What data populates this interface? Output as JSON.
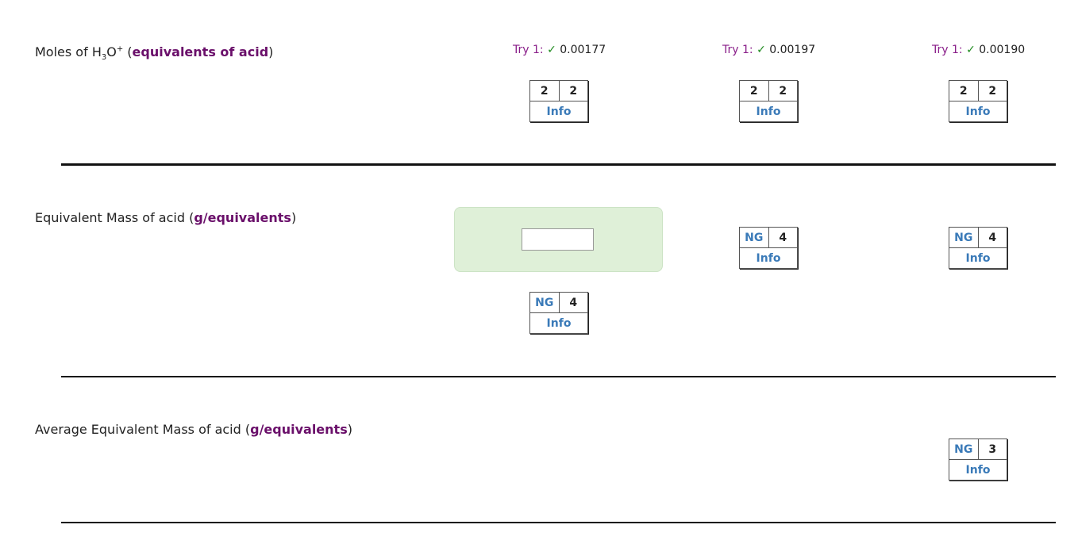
{
  "rows": [
    {
      "label_prefix": "Moles of H",
      "label_sub": "3",
      "label_mid": "O",
      "label_sup": "+",
      "label_paren_open": " (",
      "label_unit": "equivalents of acid",
      "label_paren_close": ")",
      "tries": [
        {
          "prefix": "Try 1:",
          "check": "✓",
          "value": "0.00177"
        },
        {
          "prefix": "Try 1:",
          "check": "✓",
          "value": "0.00197"
        },
        {
          "prefix": "Try 1:",
          "check": "✓",
          "value": "0.00190"
        }
      ],
      "boxes": [
        {
          "left": "2",
          "right": "2",
          "info": "Info"
        },
        {
          "left": "2",
          "right": "2",
          "info": "Info"
        },
        {
          "left": "2",
          "right": "2",
          "info": "Info"
        }
      ]
    },
    {
      "label_text": "Equivalent Mass of acid (",
      "label_unit": "g/equivalents",
      "label_paren_close": ")",
      "answer_input": {
        "value": "",
        "placeholder": ""
      },
      "boxes": [
        {
          "left": "NG",
          "right": "4",
          "info": "Info"
        },
        {
          "left": "NG",
          "right": "4",
          "info": "Info"
        },
        {
          "left": "NG",
          "right": "4",
          "info": "Info"
        }
      ]
    },
    {
      "label_text": "Average Equivalent Mass of acid (",
      "label_unit": "g/equivalents",
      "label_paren_close": ")",
      "boxes": [
        {
          "left": "NG",
          "right": "3",
          "info": "Info"
        }
      ]
    }
  ]
}
